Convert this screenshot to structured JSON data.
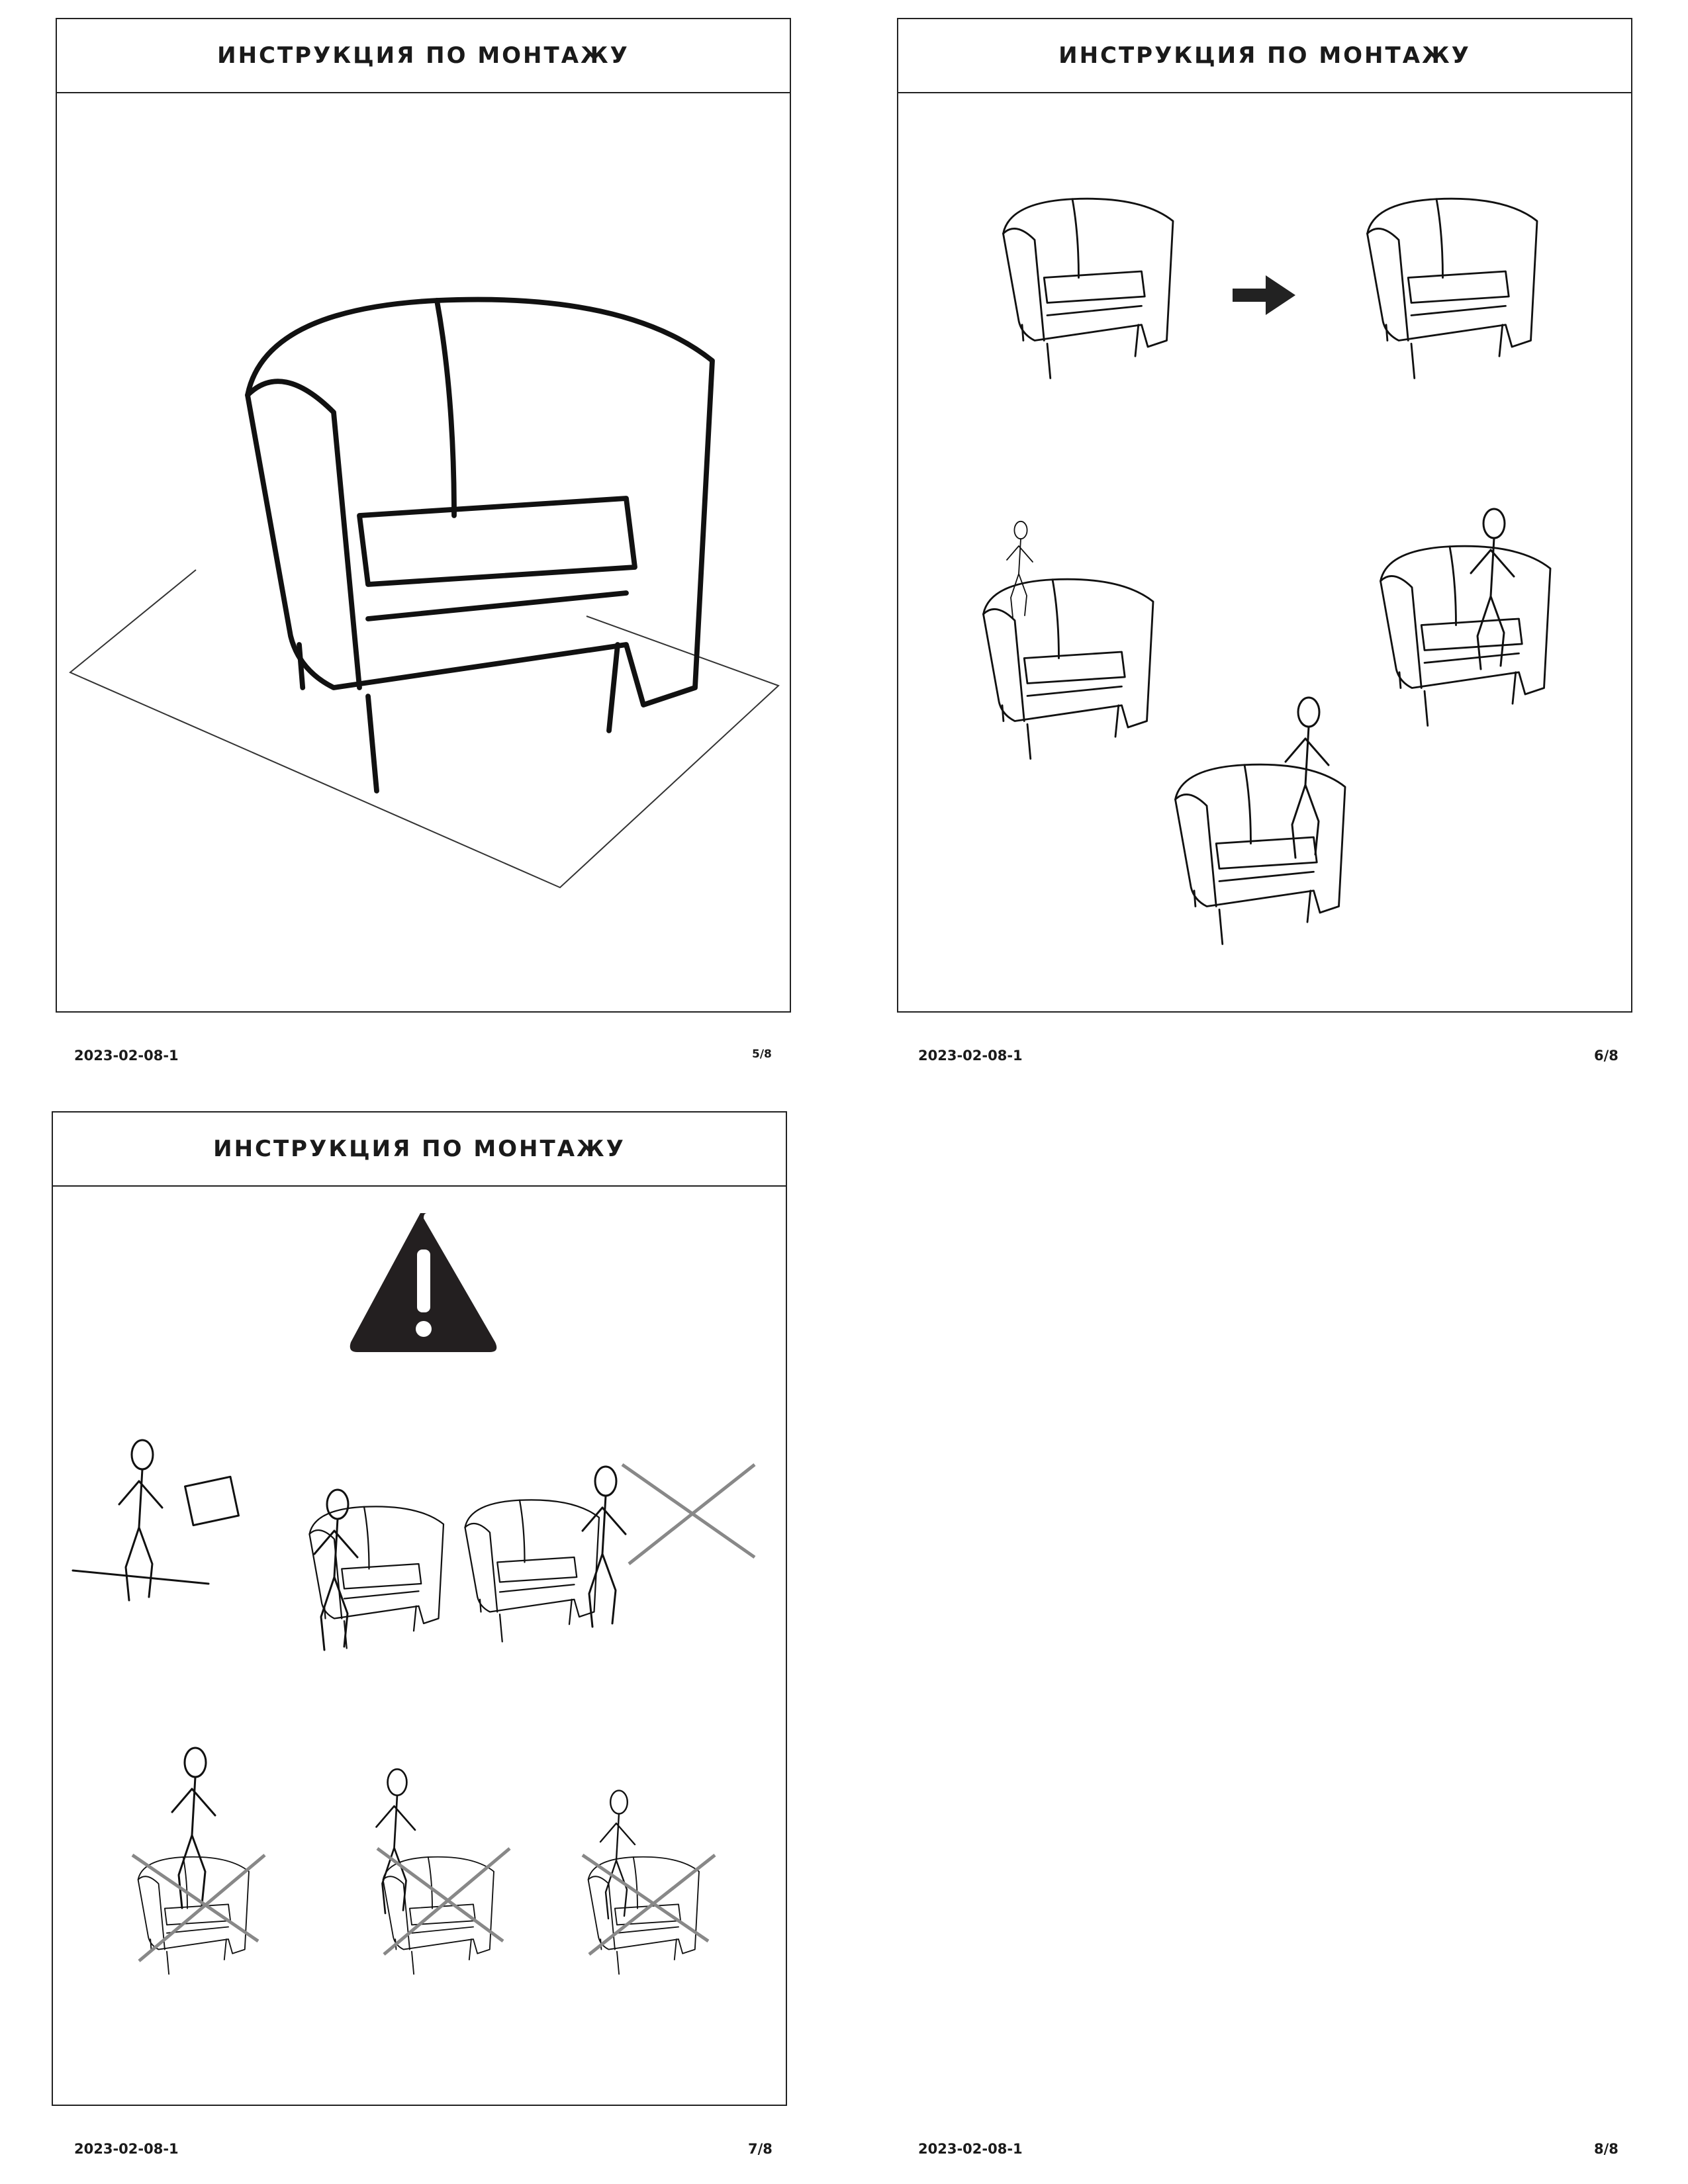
{
  "pages": [
    {
      "title": "ИНСТРУКЦИЯ ПО МОНТАЖУ",
      "date": "2023-02-08-1",
      "page": "5/8"
    },
    {
      "title": "ИНСТРУКЦИЯ ПО МОНТАЖУ",
      "date": "2023-02-08-1",
      "page": "6/8"
    },
    {
      "title": "ИНСТРУКЦИЯ ПО МОНТАЖУ",
      "date": "2023-02-08-1",
      "page": "7/8"
    },
    {
      "date": "2023-02-08-1",
      "page": "8/8"
    }
  ],
  "icons": {
    "warning": "warning-triangle-icon",
    "arrow": "arrow-right-icon"
  }
}
